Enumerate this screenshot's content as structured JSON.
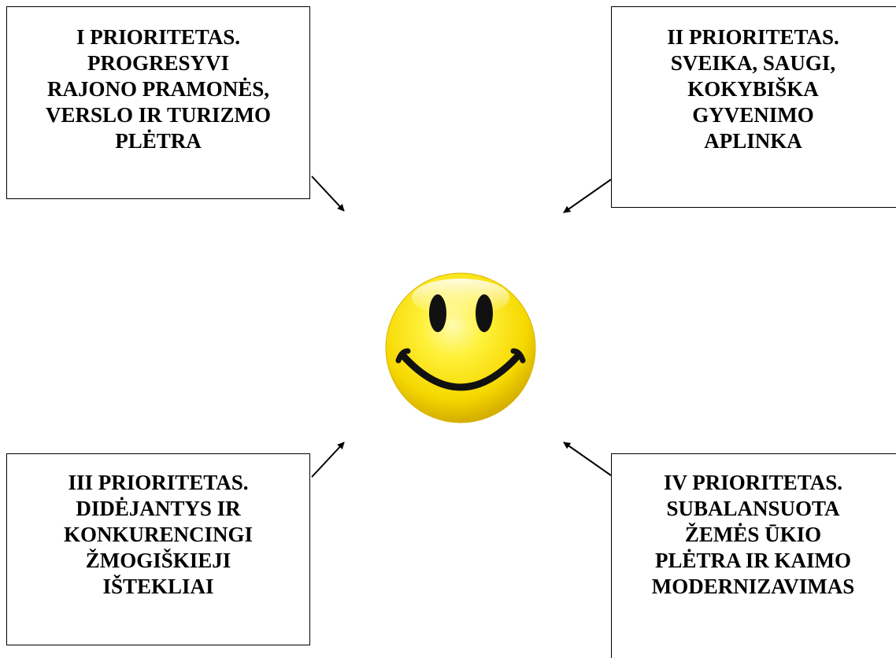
{
  "priorities": [
    {
      "id": "p1",
      "lines": [
        "I PRIORITETAS.",
        "PROGRESYVI",
        "RAJONO PRAMONĖS,",
        "VERSLO IR TURIZMO",
        "PLĖTRA"
      ]
    },
    {
      "id": "p2",
      "lines": [
        "II PRIORITETAS.",
        "SVEIKA, SAUGI,",
        "KOKYBIŠKA",
        "GYVENIMO",
        "APLINKA"
      ]
    },
    {
      "id": "p3",
      "lines": [
        "III PRIORITETAS.",
        "DIDĖJANTYS IR",
        "KONKURENCINGI",
        "ŽMOGIŠKIEJI",
        "IŠTEKLIAI"
      ]
    },
    {
      "id": "p4",
      "lines": [
        "IV PRIORITETAS.",
        "SUBALANSUOTA",
        "ŽEMĖS ŪKIO",
        "PLĖTRA IR KAIMO",
        "MODERNIZAVIMAS"
      ]
    }
  ],
  "center": {
    "icon": "smiley-face-icon",
    "color": "#f5d800"
  },
  "colors": {
    "border": "#000000",
    "arrow": "#000000",
    "background": "#ffffff"
  }
}
